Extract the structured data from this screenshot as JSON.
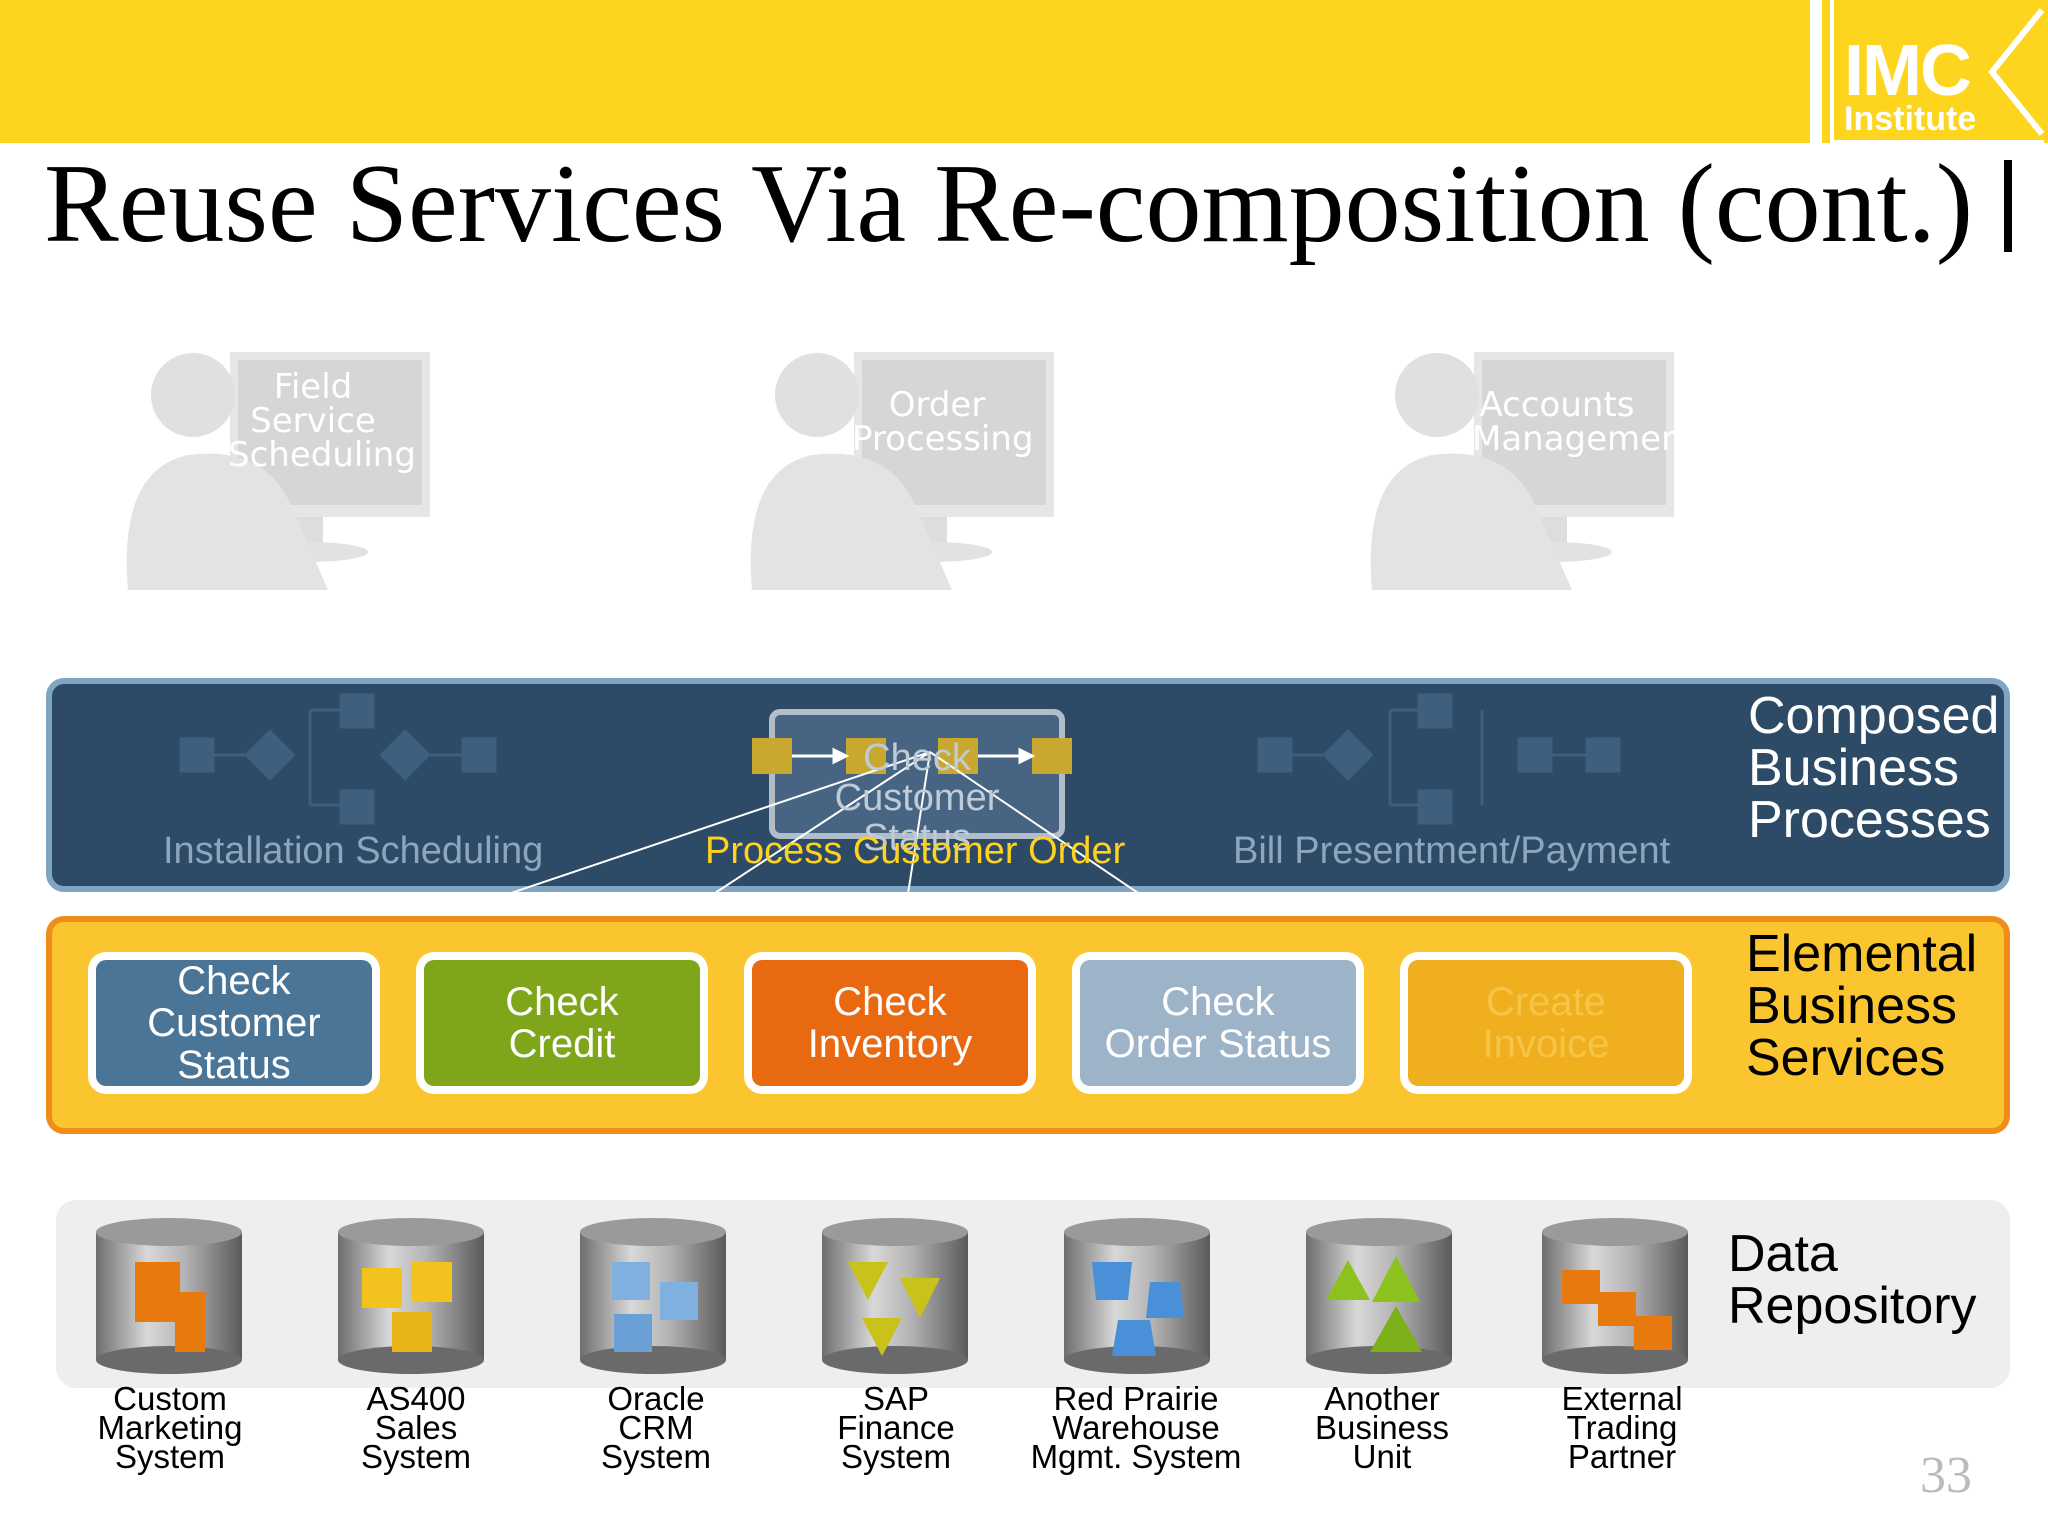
{
  "header": {
    "title": "Reuse Services Via Re-composition (cont.)",
    "logo_main": "IMC",
    "logo_sub": "Institute"
  },
  "users": [
    {
      "screen_lines": [
        "Field",
        "Service",
        "Scheduling"
      ]
    },
    {
      "screen_lines": [
        "Order",
        "Processing"
      ]
    },
    {
      "screen_lines": [
        "Accounts",
        "Management"
      ]
    }
  ],
  "composed_layer": {
    "label_lines": [
      "Composed",
      "Business",
      "Processes"
    ],
    "processes": [
      "Installation Scheduling",
      "Process Customer Order",
      "Bill Presentment/Payment"
    ],
    "inner_box_lines": [
      "Check",
      "Customer Status"
    ]
  },
  "elemental_layer": {
    "label_lines": [
      "Elemental",
      "Business",
      "Services"
    ],
    "services": [
      {
        "lines": [
          "Check",
          "Customer Status"
        ],
        "color": "#4A7596"
      },
      {
        "lines": [
          "Check",
          "Credit"
        ],
        "color": "#7FA51B"
      },
      {
        "lines": [
          "Check",
          "Inventory"
        ],
        "color": "#E8690F"
      },
      {
        "lines": [
          "Check",
          "Order Status"
        ],
        "color": "#9DB3C8"
      },
      {
        "lines": [
          "Create",
          "Invoice"
        ],
        "color": "#F0AF1E"
      }
    ]
  },
  "data_layer": {
    "label_lines": [
      "Data",
      "Repository"
    ],
    "repositories": [
      {
        "lines": [
          "Custom",
          "Marketing",
          "System"
        ],
        "icon": "orange-blocks-icon"
      },
      {
        "lines": [
          "AS400",
          "Sales",
          "System"
        ],
        "icon": "yellow-cubes-icon"
      },
      {
        "lines": [
          "Oracle",
          "CRM",
          "System"
        ],
        "icon": "blue-cubes-icon"
      },
      {
        "lines": [
          "SAP",
          "Finance",
          "System"
        ],
        "icon": "olive-pyramids-icon"
      },
      {
        "lines": [
          "Red Prairie",
          "Warehouse",
          "Mgmt. System"
        ],
        "icon": "blue-pentagons-icon"
      },
      {
        "lines": [
          "Another",
          "Business",
          "Unit"
        ],
        "icon": "green-cones-icon"
      },
      {
        "lines": [
          "External",
          "Trading",
          "Partner"
        ],
        "icon": "orange-bricks-icon"
      }
    ]
  },
  "page_number": "33"
}
